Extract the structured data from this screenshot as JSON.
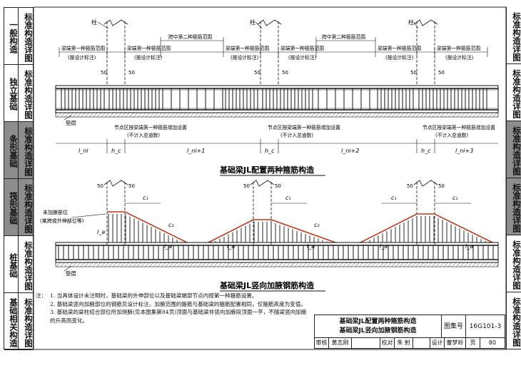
{
  "left_tabs": [
    {
      "text": "一般构造",
      "col2": "标准构造详图",
      "dark": false
    },
    {
      "text": "独立基础",
      "col2": "标准构造详图",
      "dark": false
    },
    {
      "text": "条形基础",
      "col2": "标准构造详图",
      "dark": true
    },
    {
      "text": "筏形基础",
      "col2": "标准构造详图",
      "dark": true
    },
    {
      "text": "桩基础",
      "col2": "标准构造详图",
      "dark": false
    },
    {
      "text": "基础相关构造",
      "col2": "标准构造详图",
      "dark": false
    }
  ],
  "right_tabs": [
    "标准构造详图",
    "标准构造详图",
    "标准构造详图",
    "标准构造详图",
    "标准构造详图",
    "标准构造详图"
  ],
  "diagram1": {
    "col_labels": [
      "柱",
      "柱",
      "柱"
    ],
    "end_zone_label": "梁端第一种箍筋范围",
    "design_note": "(按设计标注)",
    "mid_zone_label": "跨中第二种箍筋范围",
    "dim_50": "50",
    "cushion_label": "垫层",
    "node_label": "节点区按梁端第一种箍筋增加设置",
    "node_note": "(不计入总道数)",
    "spans": [
      "l_ni",
      "h_c",
      "l_ni+1",
      "h_c",
      "l_ni+2",
      "h_c",
      "l_ni+3"
    ],
    "title": "基础梁JL配置两种箍筋构造"
  },
  "diagram2": {
    "dim_50": "50",
    "c1": "c₁",
    "c2": "c₂",
    "la": "l_a",
    "no_haunch_label": "未加腋部位",
    "no_haunch_note": "(某跨或外伸部位等)",
    "cushion_label": "垫层",
    "title": "基础梁JL竖向加腋钢筋构造"
  },
  "notes": {
    "prefix": "注：",
    "items": [
      "1. 当具体设计未注明时，基础梁的外伸部位以及基础梁端部节点内按第一种箍筋设置。",
      "2. 基础梁竖向加腋部位的钢筋见设计标注。加腋范围的箍筋与基础梁的箍筋配置相同，仅箍筋高度为变值。",
      "3. 基础梁的梁柱结合部位所加侧腋(见本图集第84页)顶面与基础梁非竖向加腋段顶面一平，不随梁竖向加腋的升高而变化。"
    ]
  },
  "title_block": {
    "title_line1": "基础梁JL配置两种箍筋构造",
    "title_line2": "基础梁JL竖向加腋钢筋构造",
    "atlas_no_label": "图集号",
    "atlas_no": "16G101-3",
    "review_label": "审核",
    "reviewer": "黄志刚",
    "check_label": "校对",
    "checker": "朱 射",
    "design_label": "设计",
    "designer": "曹梦岭",
    "page_label": "页",
    "page": "80"
  }
}
